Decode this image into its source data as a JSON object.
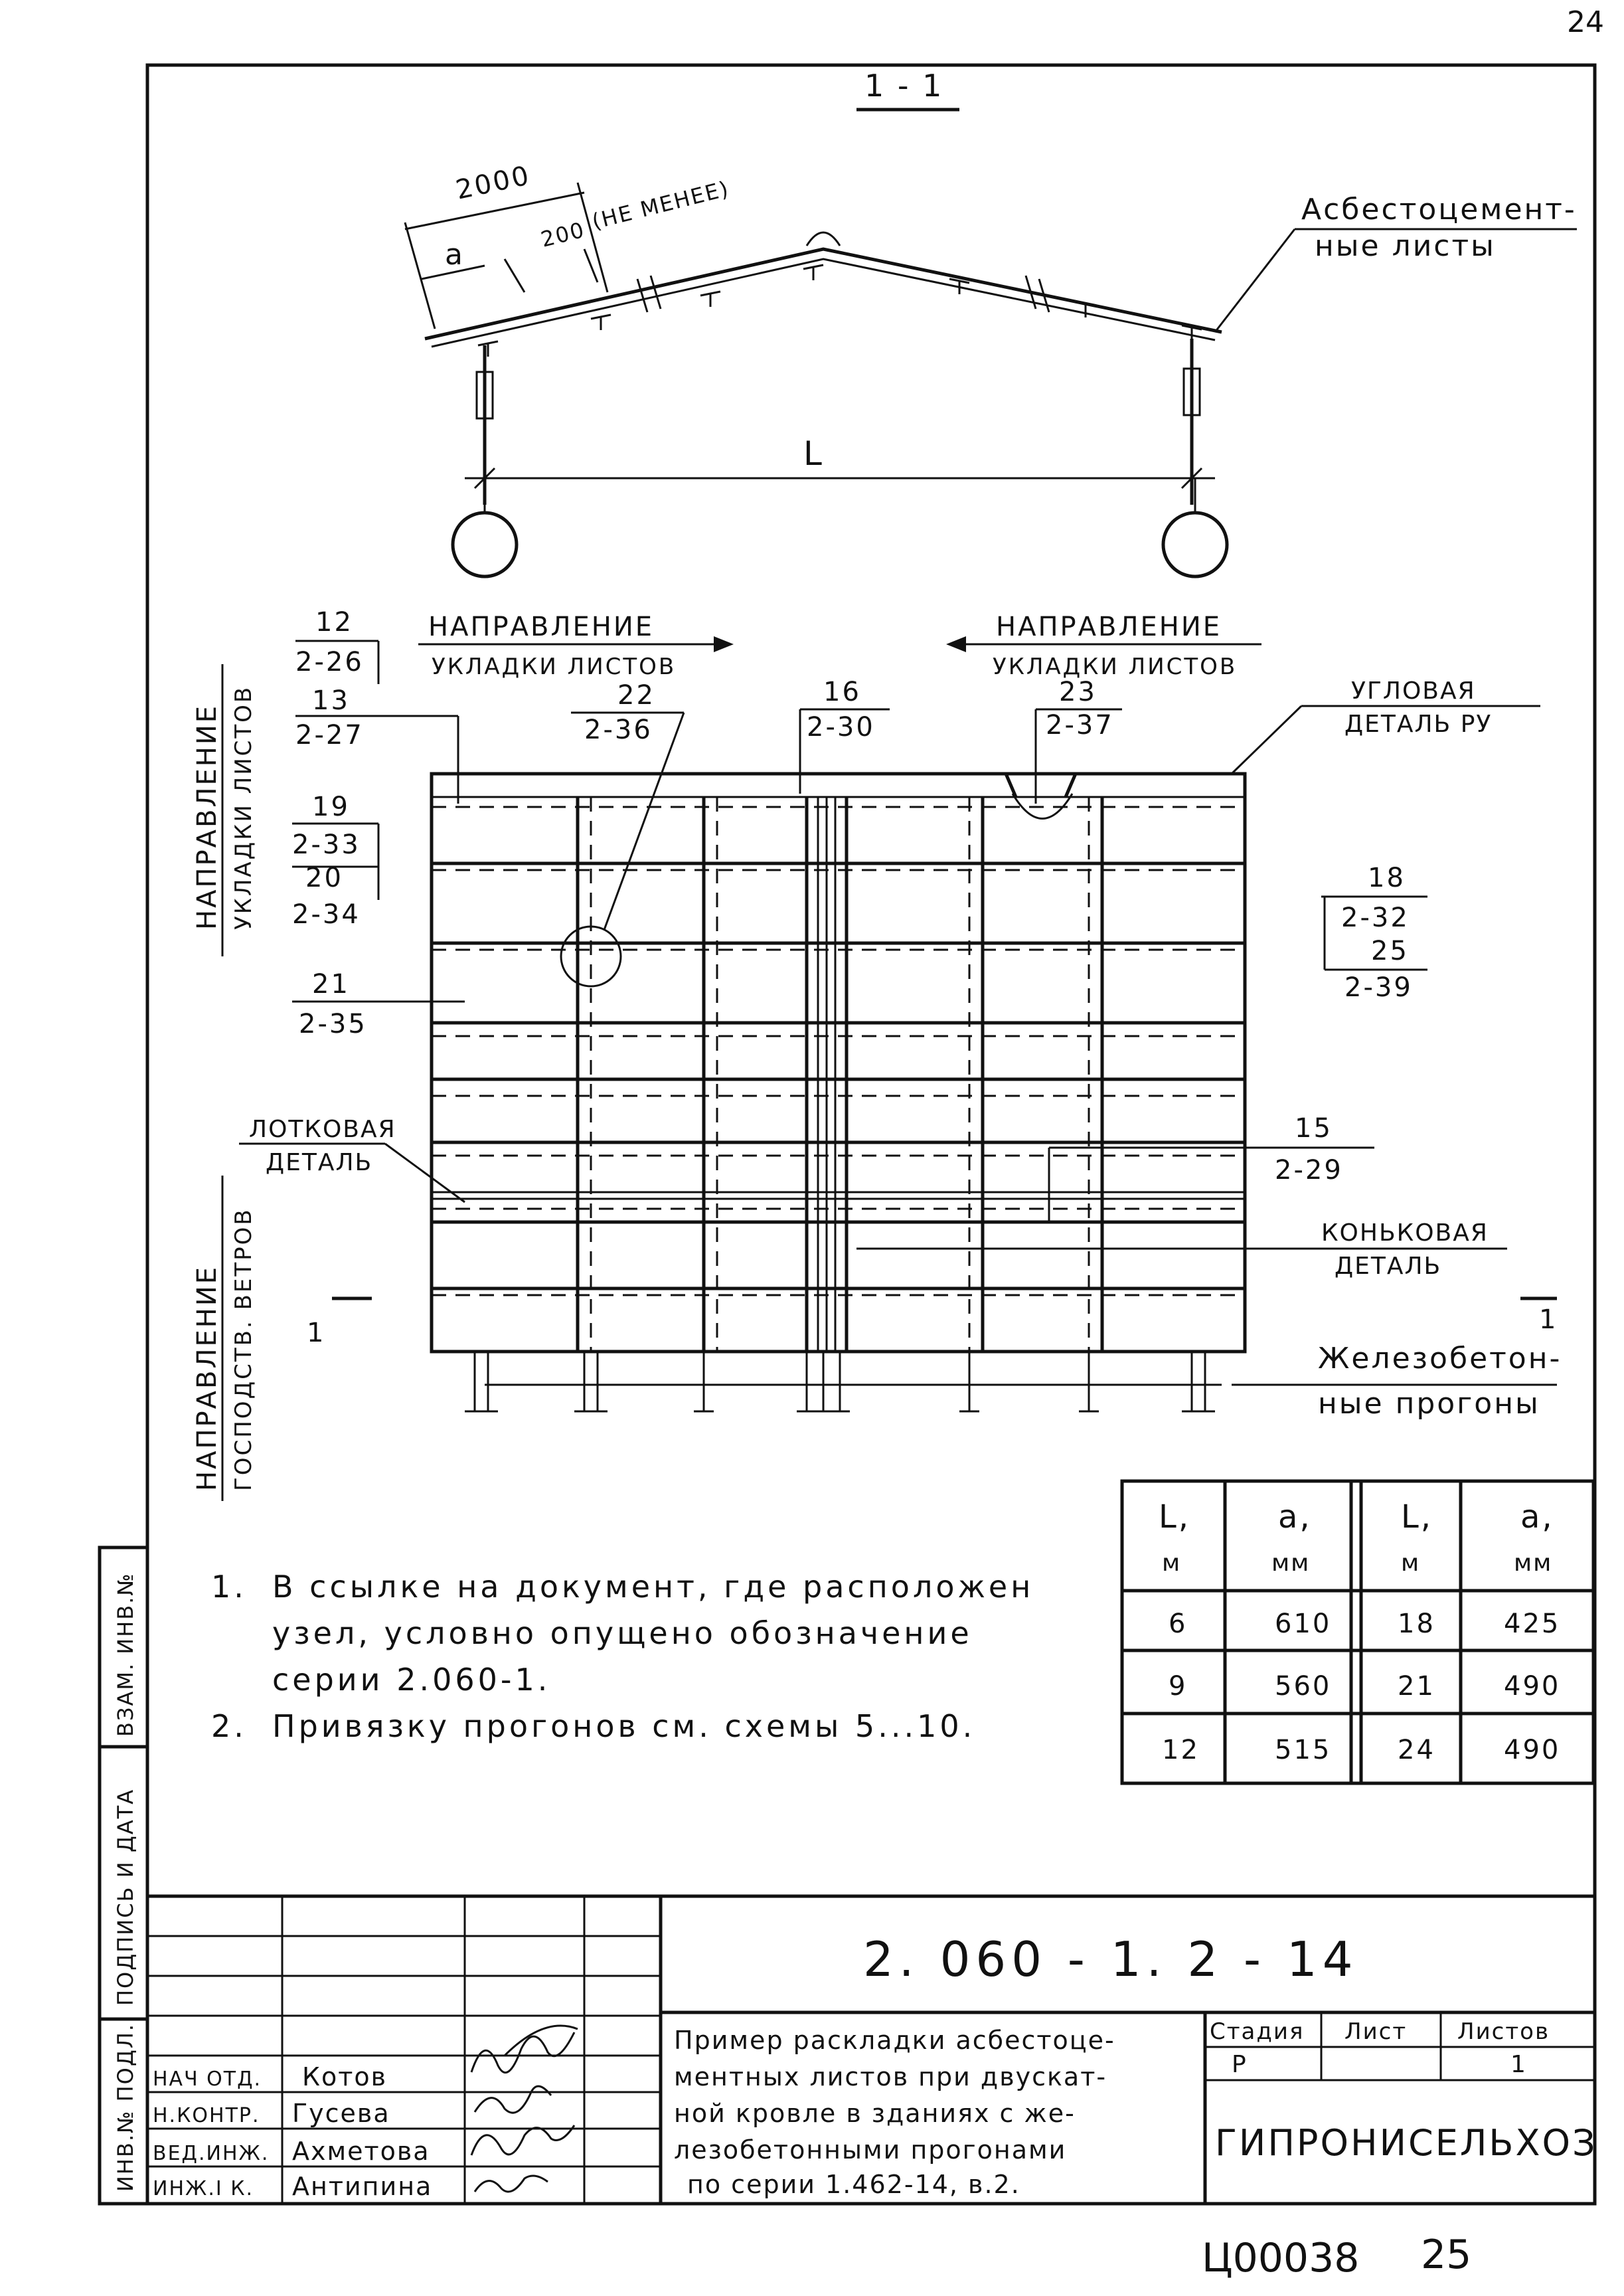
{
  "page_number": "24",
  "footer": {
    "code": "Ц00038",
    "page": "25"
  },
  "section": {
    "mark": "1 - 1"
  },
  "elevation": {
    "dim_2000": "2000",
    "dim_200": "200",
    "dim_200_note": "(НЕ МЕНЕЕ)",
    "dim_a": "а",
    "span_label": "L",
    "sheets_label_1": "Асбестоцемент-",
    "sheets_label_2": "ные листы"
  },
  "plan": {
    "dir_left_1": "НАПРАВЛЕНИЕ",
    "dir_left_2": "УКЛАДКИ ЛИСТОВ",
    "dir_right_1": "НАПРАВЛЕНИЕ",
    "dir_right_2": "УКЛАДКИ ЛИСТОВ",
    "vert_dir_1": "НАПРАВЛЕНИЕ",
    "vert_dir_2": "УКЛАДКИ ЛИСТОВ",
    "wind_1": "НАПРАВЛЕНИЕ",
    "wind_2": "ГОСПОДСТВ. ВЕТРОВ",
    "corner_1": "УГЛОВАЯ",
    "corner_2": "ДЕТАЛЬ РУ",
    "gutter_1": "ЛОТКОВАЯ",
    "gutter_2": "ДЕТАЛЬ",
    "ridge_1": "КОНЬКОВАЯ",
    "ridge_2": "ДЕТАЛЬ",
    "purlins_1": "Железобетон-",
    "purlins_2": "ные прогоны",
    "cut_left": "1",
    "cut_right": "1",
    "refs": {
      "r12": "12",
      "r12s": "2-26",
      "r13": "13",
      "r13s": "2-27",
      "r19": "19",
      "r19s": "2-33",
      "r20": "20",
      "r20s": "2-34",
      "r21": "21",
      "r21s": "2-35",
      "r22": "22",
      "r22s": "2-36",
      "r16": "16",
      "r16s": "2-30",
      "r23": "23",
      "r23s": "2-37",
      "r18": "18",
      "r18s": "2-32",
      "r25": "25",
      "r25s": "2-39",
      "r15": "15",
      "r15s": "2-29"
    }
  },
  "notes": {
    "n1_num": "1.",
    "n1_l1": "В ссылке на документ, где расположен",
    "n1_l2": "узел, условно опущено обозначение",
    "n1_l3": "серии 2.060-1.",
    "n2_num": "2.",
    "n2_l1": "Привязку прогонов см. схемы 5...10."
  },
  "table": {
    "h_L": "L,",
    "h_Lu": "м",
    "h_a": "а,",
    "h_au": "мм",
    "h_L2": "L,",
    "h_L2u": "м",
    "h_a2": "а,",
    "h_a2u": "мм",
    "rows": [
      [
        "6",
        "610",
        "18",
        "425"
      ],
      [
        "9",
        "560",
        "21",
        "490"
      ],
      [
        "12",
        "515",
        "24",
        "490"
      ]
    ]
  },
  "side_stamps": {
    "s1": "ВЗАМ. ИНВ.№",
    "s2": "ПОДПИСЬ И ДАТА",
    "s3": "ИНВ.№ ПОДЛ."
  },
  "title_block": {
    "doc_code": "2. 060 - 1. 2 - 14",
    "title_l1": "Пример раскладки асбестоце-",
    "title_l2": "ментных листов при двускат-",
    "title_l3": "ной кровле в зданиях с же-",
    "title_l4": "лезобетонными прогонами",
    "title_l5": "по серии 1.462-14, в.2.",
    "stage_h": "Стадия",
    "sheet_h": "Лист",
    "sheets_h": "Листов",
    "stage_v": "Р",
    "sheet_v": "",
    "sheets_v": "1",
    "org": "ГИПРОНИСЕЛЬХОЗ",
    "people": [
      {
        "role": "НАЧ ОТД.",
        "name": "Котов"
      },
      {
        "role": "Н.КОНТР.",
        "name": "Гусева"
      },
      {
        "role": "ВЕД.ИНЖ.",
        "name": "Ахметова"
      },
      {
        "role": "ИНЖ.I К.",
        "name": "Антипина"
      }
    ]
  }
}
